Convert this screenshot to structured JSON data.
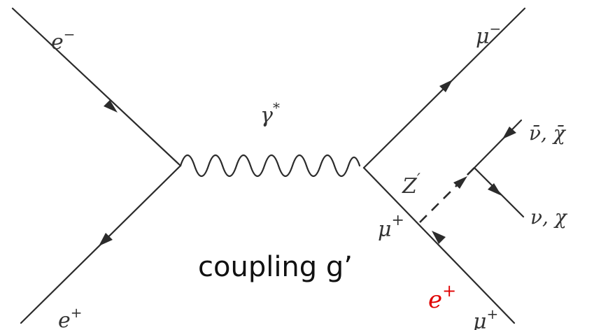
{
  "particles": {
    "e_minus": {
      "base": "e",
      "sup": "−"
    },
    "e_plus_in": {
      "base": "e",
      "sup": "+"
    },
    "photon": {
      "base": "γ",
      "sup": "*"
    },
    "mu_minus": {
      "base": "μ",
      "sup": "−"
    },
    "mu_plus_mid": {
      "base": "μ",
      "sup": "+"
    },
    "mu_plus_out": {
      "base": "μ",
      "sup": "+"
    },
    "z_prime": {
      "base": "Z",
      "sup": "′"
    },
    "nu_bar_chi_bar": "ν̄, χ̄",
    "nu_chi": "ν, χ",
    "e_plus_red": {
      "base": "e",
      "sup": "+"
    }
  },
  "annotation": {
    "coupling": "coupling g’"
  },
  "colors": {
    "line": "#2b2b2b",
    "highlight": "#e00000"
  }
}
